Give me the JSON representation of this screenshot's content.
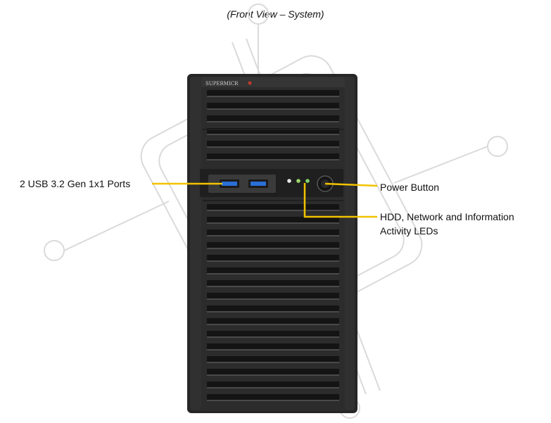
{
  "caption": "(Front View – System)",
  "brand_text": "SUPERMICR",
  "callouts": {
    "usb_ports": "2 USB 3.2 Gen 1x1 Ports",
    "power_button": "Power Button",
    "leds_line1": "HDD, Network and Information",
    "leds_line2": "Activity LEDs"
  },
  "colors": {
    "callout_line": "#f2c200",
    "chassis": "#2b2b2b",
    "usb_port": "#2a6fd6",
    "led": "#7fd36b",
    "watermark": "#d8d8d8"
  }
}
